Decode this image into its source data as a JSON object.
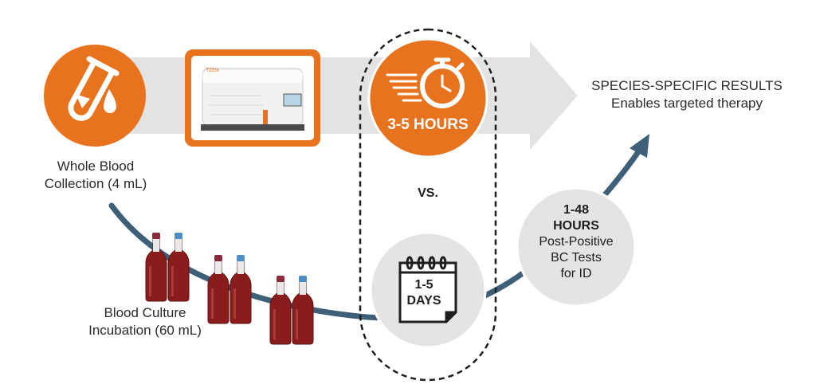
{
  "collection": {
    "line1": "Whole Blood",
    "line2": "Collection (4 mL)"
  },
  "instrument": {
    "brand_text": "T2Dx"
  },
  "fast_path": {
    "time": "3-5 HOURS"
  },
  "comparison": {
    "vs": "VS."
  },
  "culture": {
    "line1": "Blood Culture",
    "line2": "Incubation (60 mL)"
  },
  "slow_path": {
    "calendar_line1": "1-5",
    "calendar_line2": "DAYS"
  },
  "post_positive": {
    "time_line1": "1-48",
    "time_line2": "HOURS",
    "line1": "Post-Positive",
    "line2": "BC Tests",
    "line3": "for ID"
  },
  "results": {
    "title": "SPECIES-SPECIFIC RESULTS",
    "subtitle": "Enables targeted therapy"
  },
  "colors": {
    "orange": "#e8731f",
    "navy": "#3d5f78",
    "gray_arrow": "#e3e3e3",
    "bottle_red": "#8b1c1c",
    "cap_red": "#8a2a3a",
    "cap_blue": "#4d8fc4",
    "gray_circle": "#e4e4e4"
  },
  "icons": [
    "test-tube-drop-icon",
    "stopwatch-icon",
    "calendar-icon"
  ]
}
